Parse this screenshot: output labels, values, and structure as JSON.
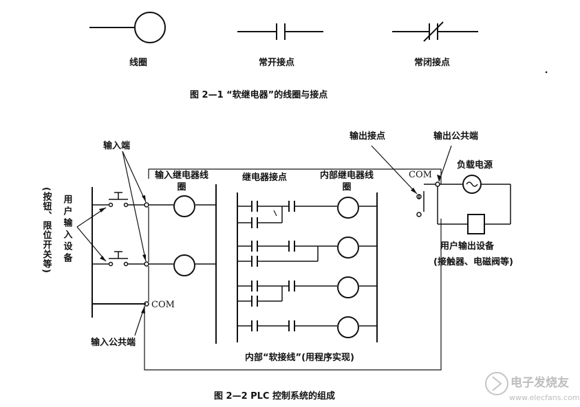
{
  "fig1": {
    "symbols": {
      "coil": "线圈",
      "no_contact": "常开接点",
      "nc_contact": "常闭接点"
    },
    "caption": "图 2—1    “软继电器”的线圈与接点"
  },
  "fig2": {
    "labels": {
      "input_terminal": "输入端",
      "user_input_device": "用户输入设备",
      "input_device_note": "(按钮、限位开关等)",
      "input_relay_coil": "输入继电器线圈",
      "relay_contacts": "继电器接点",
      "internal_relay_coil": "内部继电器线圈",
      "output_contact": "输出接点",
      "output_common": "输出公共端",
      "com_output": "COM",
      "load_power": "负载电源",
      "user_output_device": "用户输出设备",
      "output_device_note": "(接触器、电磁阀等)",
      "com_input": "COM",
      "input_common": "输入公共端",
      "soft_wiring": "内部“软接线”(用程序实现)"
    },
    "caption": "图 2—2  PLC 控制系统的组成"
  },
  "watermark": {
    "cn": "电子发烧友",
    "url": "www.elecfans.com"
  }
}
